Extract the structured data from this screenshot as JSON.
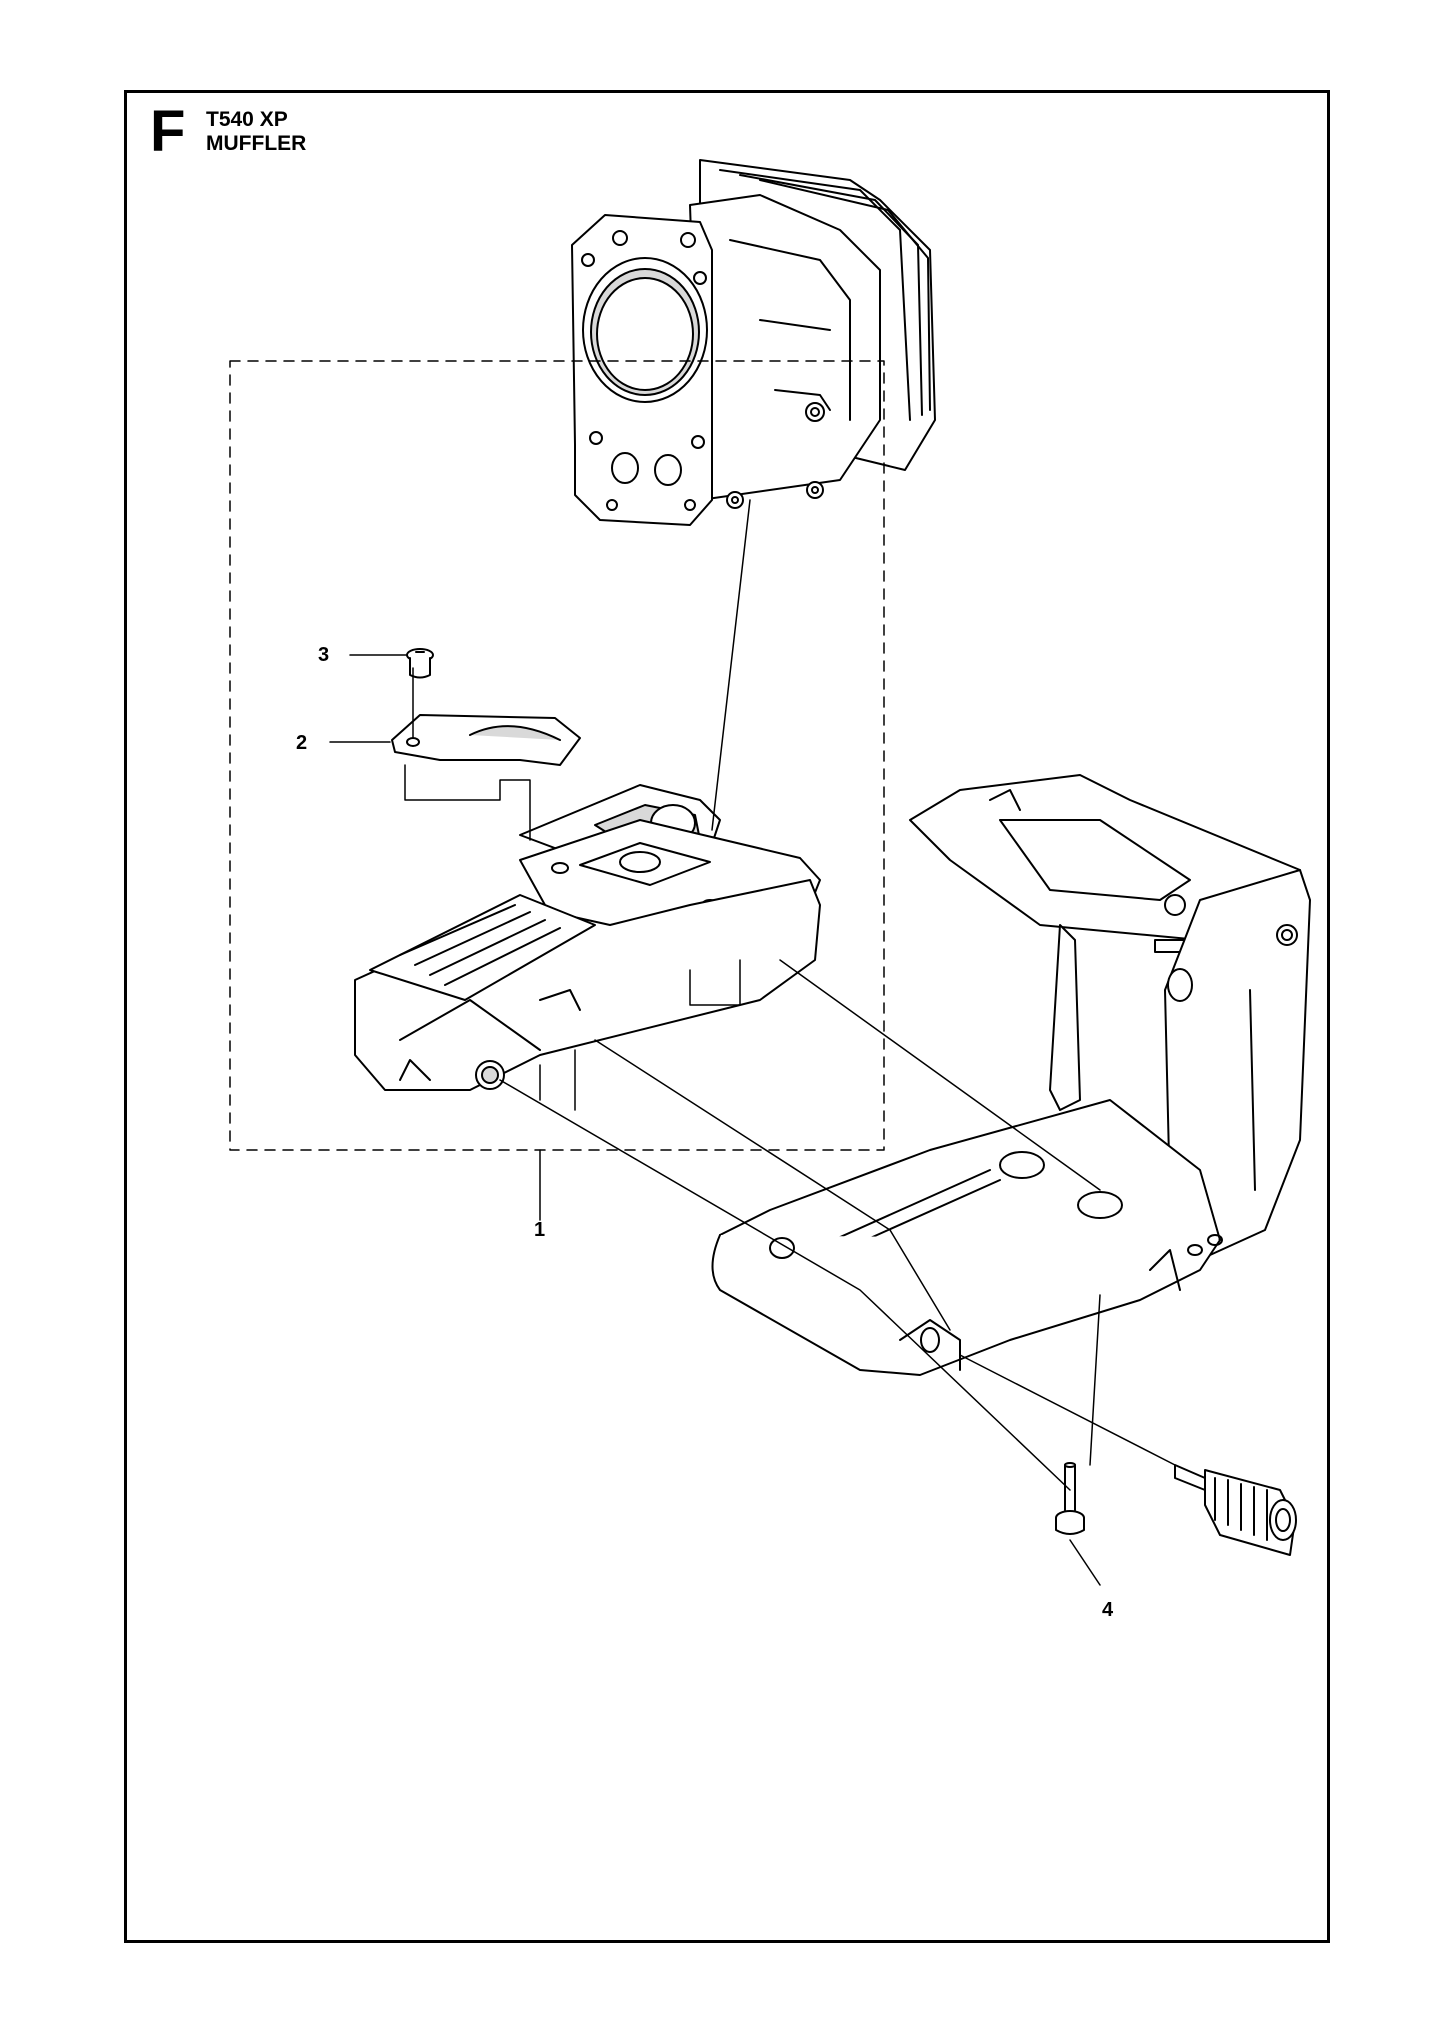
{
  "header": {
    "section_letter": "F",
    "model": "T540 XP",
    "section_title": "MUFFLER"
  },
  "callouts": [
    "1",
    "2",
    "3",
    "4"
  ],
  "colors": {
    "line": "#000000",
    "fill": "#ffffff",
    "shade": "#d9d9d9"
  }
}
